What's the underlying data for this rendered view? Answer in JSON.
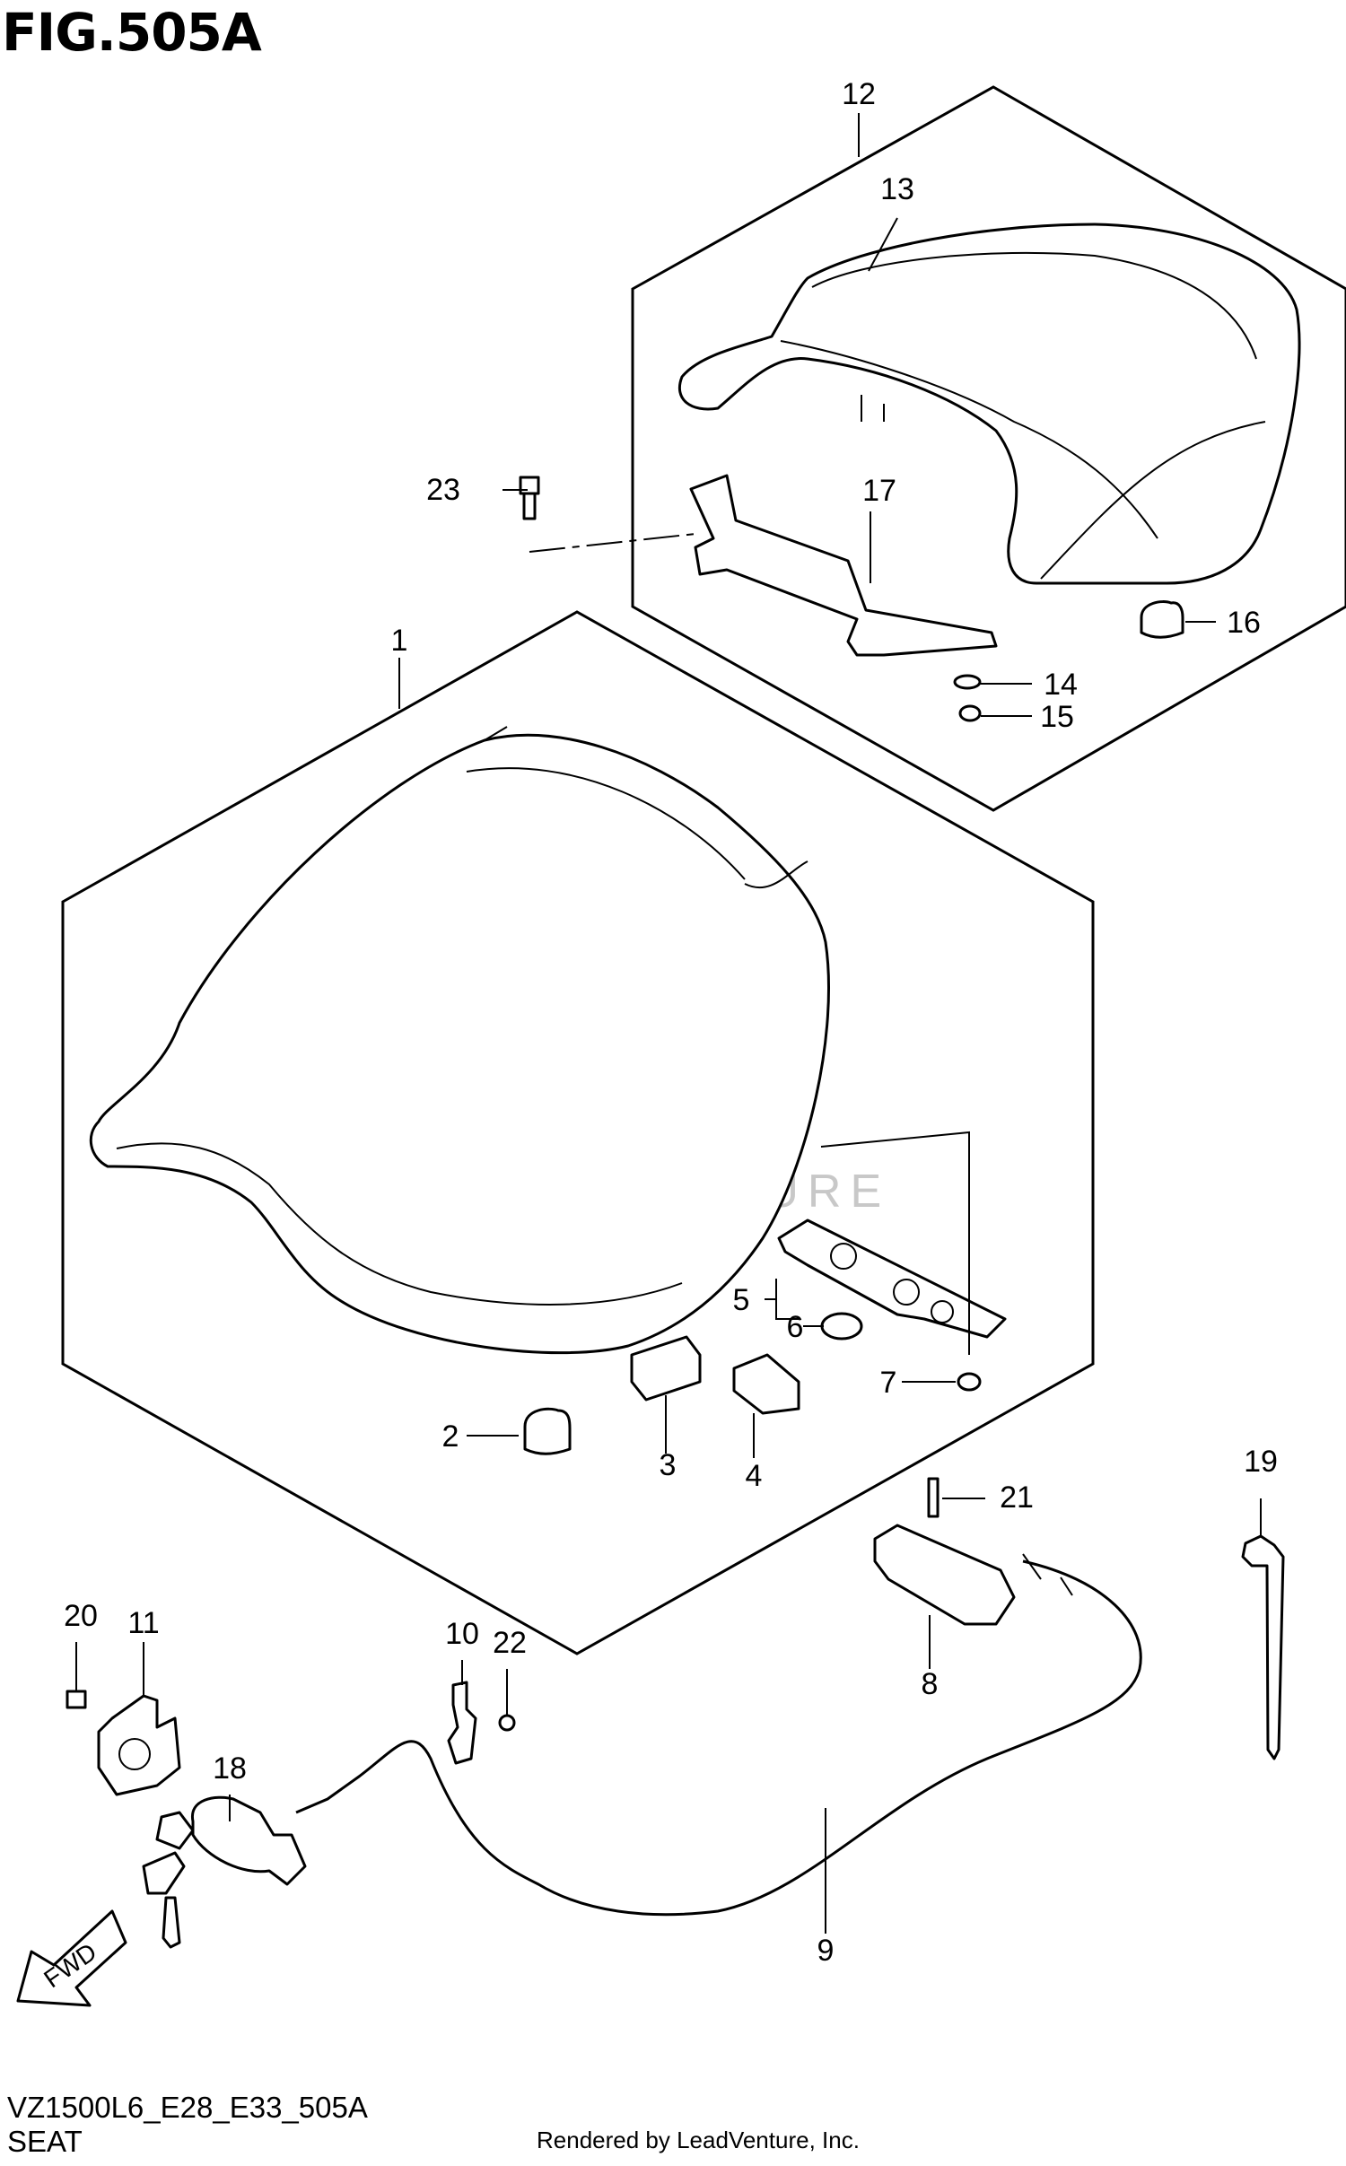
{
  "figure_title": "FIG.505A",
  "diagram_code": "VZ1500L6_E28_E33_505A",
  "section_title": "SEAT",
  "credit": "Rendered by LeadVenture, Inc.",
  "watermark": "LEADVENTURE",
  "fwd_label": "FWD",
  "callouts": {
    "c1": "1",
    "c2": "2",
    "c3": "3",
    "c4": "4",
    "c5": "5",
    "c6": "6",
    "c7": "7",
    "c8": "8",
    "c9": "9",
    "c10": "10",
    "c11": "11",
    "c12": "12",
    "c13": "13",
    "c14": "14",
    "c15": "15",
    "c16": "16",
    "c17": "17",
    "c18": "18",
    "c19": "19",
    "c20": "20",
    "c21": "21",
    "c22": "22",
    "c23": "23"
  }
}
